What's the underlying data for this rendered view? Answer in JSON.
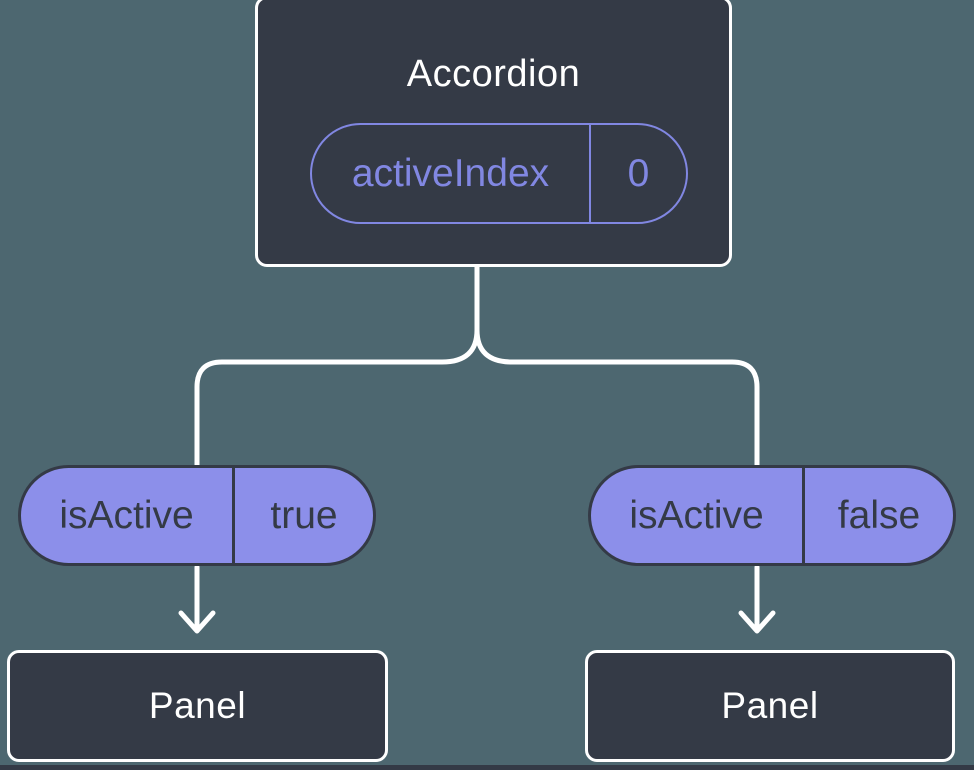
{
  "diagram": {
    "root": {
      "title": "Accordion",
      "state": {
        "name": "activeIndex",
        "value": "0"
      }
    },
    "children": [
      {
        "prop": {
          "name": "isActive",
          "value": "true"
        },
        "node_title": "Panel"
      },
      {
        "prop": {
          "name": "isActive",
          "value": "false"
        },
        "node_title": "Panel"
      }
    ],
    "colors": {
      "background": "#4d6770",
      "node_fill": "#343a46",
      "node_border": "#ffffff",
      "node_text": "#ffffff",
      "state_pill_outline": "#8187e2",
      "state_pill_text": "#8187e2",
      "prop_pill_fill": "#8c8fea",
      "prop_pill_border": "#343a46",
      "prop_pill_text": "#343a46",
      "connector": "#ffffff"
    }
  }
}
